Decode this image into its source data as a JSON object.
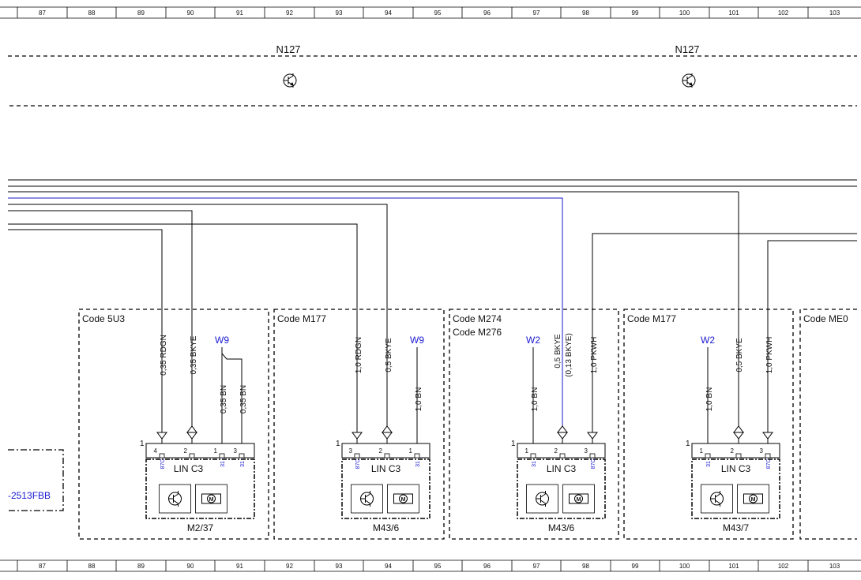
{
  "ruler": {
    "cells": [
      "87",
      "88",
      "89",
      "90",
      "91",
      "92",
      "93",
      "94",
      "95",
      "96",
      "97",
      "98",
      "99",
      "100",
      "101",
      "102",
      "103"
    ]
  },
  "control_units": [
    {
      "label": "N127"
    },
    {
      "label": "N127"
    }
  ],
  "partial_box": {
    "ref": "-2513FBB"
  },
  "sections": [
    {
      "code": "Code 5U3",
      "code2": ""
    },
    {
      "code": "Code M177",
      "code2": ""
    },
    {
      "code": "Code M274",
      "code2": "Code M276"
    },
    {
      "code": "Code M177",
      "code2": ""
    },
    {
      "code": "Code ME0",
      "code2": ""
    }
  ],
  "wires": [
    {
      "label": "0,35 RDGN",
      "label2": ""
    },
    {
      "label": "0,35 BKYE",
      "label2": ""
    },
    {
      "label": "0,35 BN",
      "label2": ""
    },
    {
      "label": "0,35 BN",
      "label2": ""
    },
    {
      "label": "1,0 RDGN",
      "label2": ""
    },
    {
      "label": "0,5 BKYE",
      "label2": ""
    },
    {
      "label": "1,0 BN",
      "label2": ""
    },
    {
      "label": "1,0 BN",
      "label2": ""
    },
    {
      "label": "0,5 BKYE",
      "label2": "(0,13 BKYE)"
    },
    {
      "label": "1,0 PKWH",
      "label2": ""
    },
    {
      "label": "1,0 BN",
      "label2": ""
    },
    {
      "label": "0,5 BKYE",
      "label2": ""
    },
    {
      "label": "1,0 PKWH",
      "label2": ""
    }
  ],
  "grounds": [
    "W9",
    "W9",
    "W2",
    "W2"
  ],
  "components": [
    {
      "name": "M2/37",
      "connector": "LIN C3",
      "pin_mark": "1",
      "pins": [
        {
          "num": "4",
          "sig": "87C"
        },
        {
          "num": "2",
          "sig": ""
        },
        {
          "num": "1",
          "sig": "31"
        },
        {
          "num": "3",
          "sig": "31"
        }
      ]
    },
    {
      "name": "M43/6",
      "connector": "LIN C3",
      "pin_mark": "1",
      "pins": [
        {
          "num": "3",
          "sig": "87C"
        },
        {
          "num": "2",
          "sig": ""
        },
        {
          "num": "1",
          "sig": "31"
        }
      ]
    },
    {
      "name": "M43/6",
      "connector": "LIN C3",
      "pin_mark": "1",
      "pins": [
        {
          "num": "1",
          "sig": "31"
        },
        {
          "num": "2",
          "sig": ""
        },
        {
          "num": "3",
          "sig": "87C"
        }
      ]
    },
    {
      "name": "M43/7",
      "connector": "LIN C3",
      "pin_mark": "1",
      "pins": [
        {
          "num": "1",
          "sig": "31"
        },
        {
          "num": "2",
          "sig": ""
        },
        {
          "num": "3",
          "sig": "87C"
        }
      ]
    }
  ],
  "icons": [
    "transistor-icon",
    "motor-icon"
  ],
  "colors": {
    "line": "#000000",
    "lin_bus": "#1a1ad0",
    "ground_text": "#1a1ad0"
  }
}
